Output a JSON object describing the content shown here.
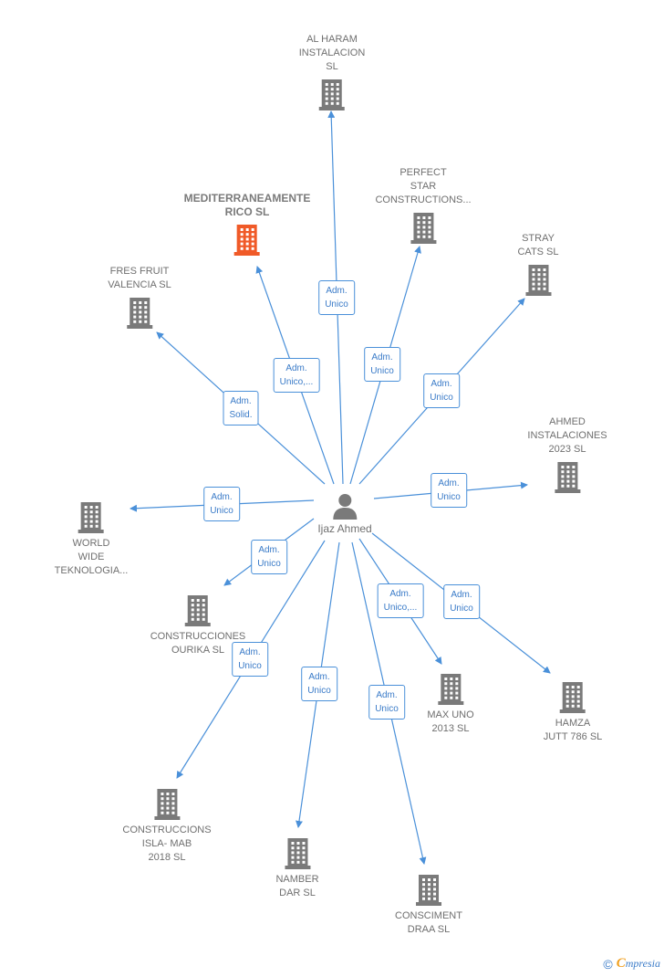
{
  "colors": {
    "edge": "#4a90d9",
    "building": "#7a7a7a",
    "building_highlight": "#f05a28",
    "text": "#6f6f6f"
  },
  "center": {
    "name": "Ijaz Ahmed",
    "icon": "person-icon"
  },
  "companies": [
    {
      "id": "al-haram",
      "name": "AL HARAM\nINSTALACION\nSL",
      "icon": "building-icon",
      "highlight": false,
      "relation": "Adm.\nUnico"
    },
    {
      "id": "perfect-star",
      "name": "PERFECT\nSTAR\nCONSTRUCTIONS...",
      "icon": "building-icon",
      "highlight": false,
      "relation": "Adm.\nUnico"
    },
    {
      "id": "mediterraneamente",
      "name": "MEDITERRANEAMENTE\nRICO  SL",
      "icon": "building-icon",
      "highlight": true,
      "relation": "Adm.\nUnico,..."
    },
    {
      "id": "stray-cats",
      "name": "STRAY\nCATS SL",
      "icon": "building-icon",
      "highlight": false,
      "relation": "Adm.\nUnico"
    },
    {
      "id": "fres-fruit",
      "name": "FRES FRUIT\nVALENCIA  SL",
      "icon": "building-icon",
      "highlight": false,
      "relation": "Adm.\nSolid."
    },
    {
      "id": "ahmed-instalaciones",
      "name": "AHMED\nINSTALACIONES\n2023  SL",
      "icon": "building-icon",
      "highlight": false,
      "relation": "Adm.\nUnico"
    },
    {
      "id": "world-wide",
      "name": "WORLD\nWIDE\nTEKNOLOGIA...",
      "icon": "building-icon",
      "highlight": false,
      "relation": "Adm.\nUnico"
    },
    {
      "id": "ourika",
      "name": "CONSTRUCCIONES\nOURIKA SL",
      "icon": "building-icon",
      "highlight": false,
      "relation": "Adm.\nUnico"
    },
    {
      "id": "max-uno",
      "name": "MAX UNO\n2013  SL",
      "icon": "building-icon",
      "highlight": false,
      "relation": "Adm.\nUnico,..."
    },
    {
      "id": "hamza",
      "name": "HAMZA\nJUTT 786  SL",
      "icon": "building-icon",
      "highlight": false,
      "relation": "Adm.\nUnico"
    },
    {
      "id": "isla-mab",
      "name": "CONSTRUCCIONS\nISLA- MAB\n2018  SL",
      "icon": "building-icon",
      "highlight": false,
      "relation": "Adm.\nUnico"
    },
    {
      "id": "namber-dar",
      "name": "NAMBER\nDAR  SL",
      "icon": "building-icon",
      "highlight": false,
      "relation": "Adm.\nUnico"
    },
    {
      "id": "consciment",
      "name": "CONSCIMENT\nDRAA SL",
      "icon": "building-icon",
      "highlight": false,
      "relation": "Adm.\nUnico"
    }
  ],
  "brand": {
    "copyright": "©",
    "e": "C",
    "rest": "mpresia"
  }
}
